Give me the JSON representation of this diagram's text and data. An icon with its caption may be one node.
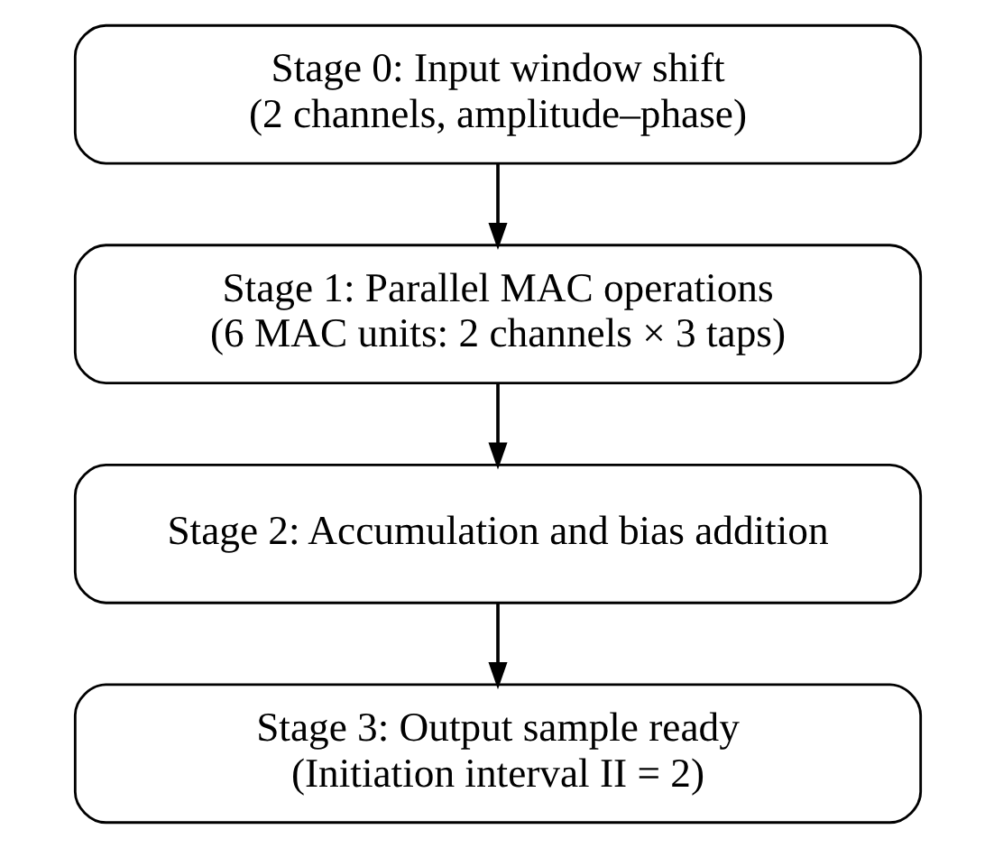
{
  "diagram": {
    "nodes": [
      {
        "text": [
          "Stage 0: Input window shift",
          "(2 channels, amplitude–phase)"
        ]
      },
      {
        "text": [
          "Stage 1: Parallel MAC operations",
          "(6 MAC units: 2 channels × 3 taps)"
        ]
      },
      {
        "text": [
          "Stage 2: Accumulation and bias addition"
        ]
      },
      {
        "text": [
          "Stage 3: Output sample ready",
          "(Initiation interval II = 2)"
        ]
      }
    ],
    "edges": [
      {
        "from": 0,
        "to": 1,
        "arrow": "to"
      },
      {
        "from": 1,
        "to": 2,
        "arrow": "to"
      },
      {
        "from": 2,
        "to": 3,
        "arrow": "to"
      }
    ]
  }
}
